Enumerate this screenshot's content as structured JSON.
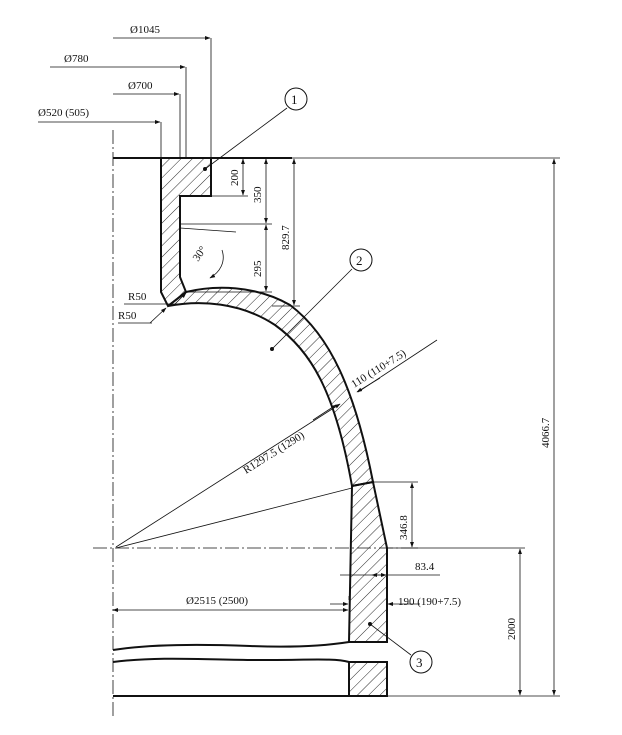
{
  "diameters": {
    "d1045": "Ø1045",
    "d780": "Ø780",
    "d700": "Ø700",
    "d520": "Ø520 (505)",
    "d2515": "Ø2515 (2500)"
  },
  "vertical_dims": {
    "v200": "200",
    "v350": "350",
    "v829": "829.7",
    "v295": "295",
    "v4066": "4066.7",
    "v346": "346.8",
    "v2000": "2000"
  },
  "horizontal_dims": {
    "h83": "83.4",
    "h190": "190 (190+7.5)"
  },
  "angle": "30°",
  "radii": {
    "r50a": "R50",
    "r50b": "R50",
    "r1297": "R1297.5 (1290)"
  },
  "thickness": "110 (110+7.5)",
  "callouts": [
    "1",
    "2",
    "3"
  ]
}
